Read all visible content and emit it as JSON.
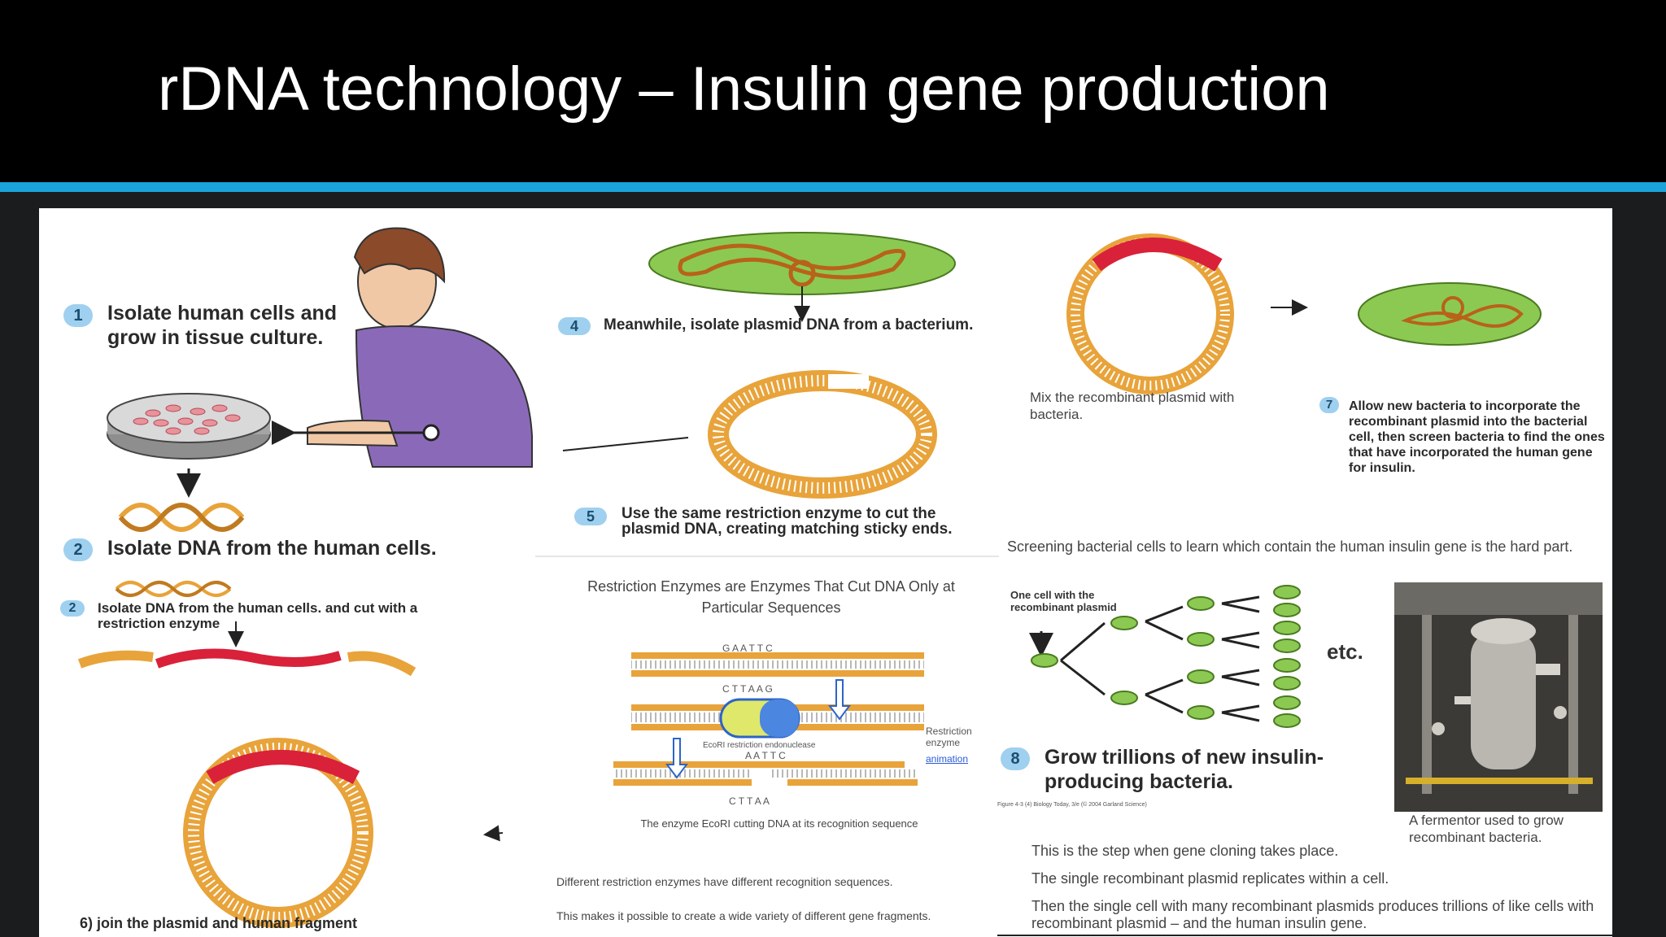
{
  "title": "rDNA technology – Insulin gene production",
  "steps": {
    "s1": {
      "num": "1",
      "text": "Isolate human cells and grow in tissue culture."
    },
    "s2": {
      "num": "2",
      "text": "Isolate DNA from the human cells."
    },
    "s2b": {
      "num": "2",
      "text": "Isolate DNA from the human cells. and cut with a restriction enzyme"
    },
    "s4": {
      "num": "4",
      "text": "Meanwhile, isolate plasmid DNA from a bacterium."
    },
    "s5": {
      "num": "5",
      "text": "Use the same restriction enzyme to cut the plasmid DNA, creating matching sticky ends."
    },
    "s6": {
      "text": "6) join the plasmid and human fragment"
    },
    "s7": {
      "num": "7",
      "text": "Allow new bacteria to incorporate the recombinant plasmid into the bacterial cell, then screen bacteria to find the ones that have incorporated the human gene for insulin."
    },
    "s8": {
      "num": "8",
      "text": "Grow trillions of new insulin-producing bacteria."
    }
  },
  "captions": {
    "mix": "Mix the recombinant plasmid with bacteria.",
    "screening": "Screening bacterial cells to learn which contain the human insulin gene is the hard part.",
    "restriction_title": "Restriction Enzymes are Enzymes That Cut DNA Only at Particular Sequences",
    "ecori": "The enzyme EcoRI cutting DNA at its recognition sequence",
    "diff_enzymes": "Different restriction enzymes have different recognition sequences.",
    "variety": "This makes it possible to create a wide variety of different gene fragments.",
    "one_cell": "One cell with the recombinant plasmid",
    "etc": "etc.",
    "fermentor": "A fermentor used to grow recombinant bacteria.",
    "cloning": "This is the step when gene cloning takes place.",
    "replicates": "The single recombinant plasmid replicates within a cell.",
    "trillions": "Then the single cell with many recombinant plasmids produces trillions of like cells with recombinant plasmid – and the human insulin gene.",
    "restriction_enzyme": "Restriction enzyme",
    "animation": "animation",
    "ecori_label": "EcoRI restriction endonuclease",
    "seq_top": "G A A T T C",
    "seq_bottom": "C T T A A G",
    "seq_cut_top": "A A T T C",
    "seq_cut_bottom": "C T T A A",
    "credit": "Figure 4-3 (4) Biology Today, 3/e (© 2004 Garland Science)"
  },
  "colors": {
    "header": "#000000",
    "accent": "#1aa3d9",
    "dna_orange": "#e8a33a",
    "insert_red": "#d9213a",
    "bacterium_green": "#8cc952",
    "shirt_purple": "#8a6ab8"
  }
}
